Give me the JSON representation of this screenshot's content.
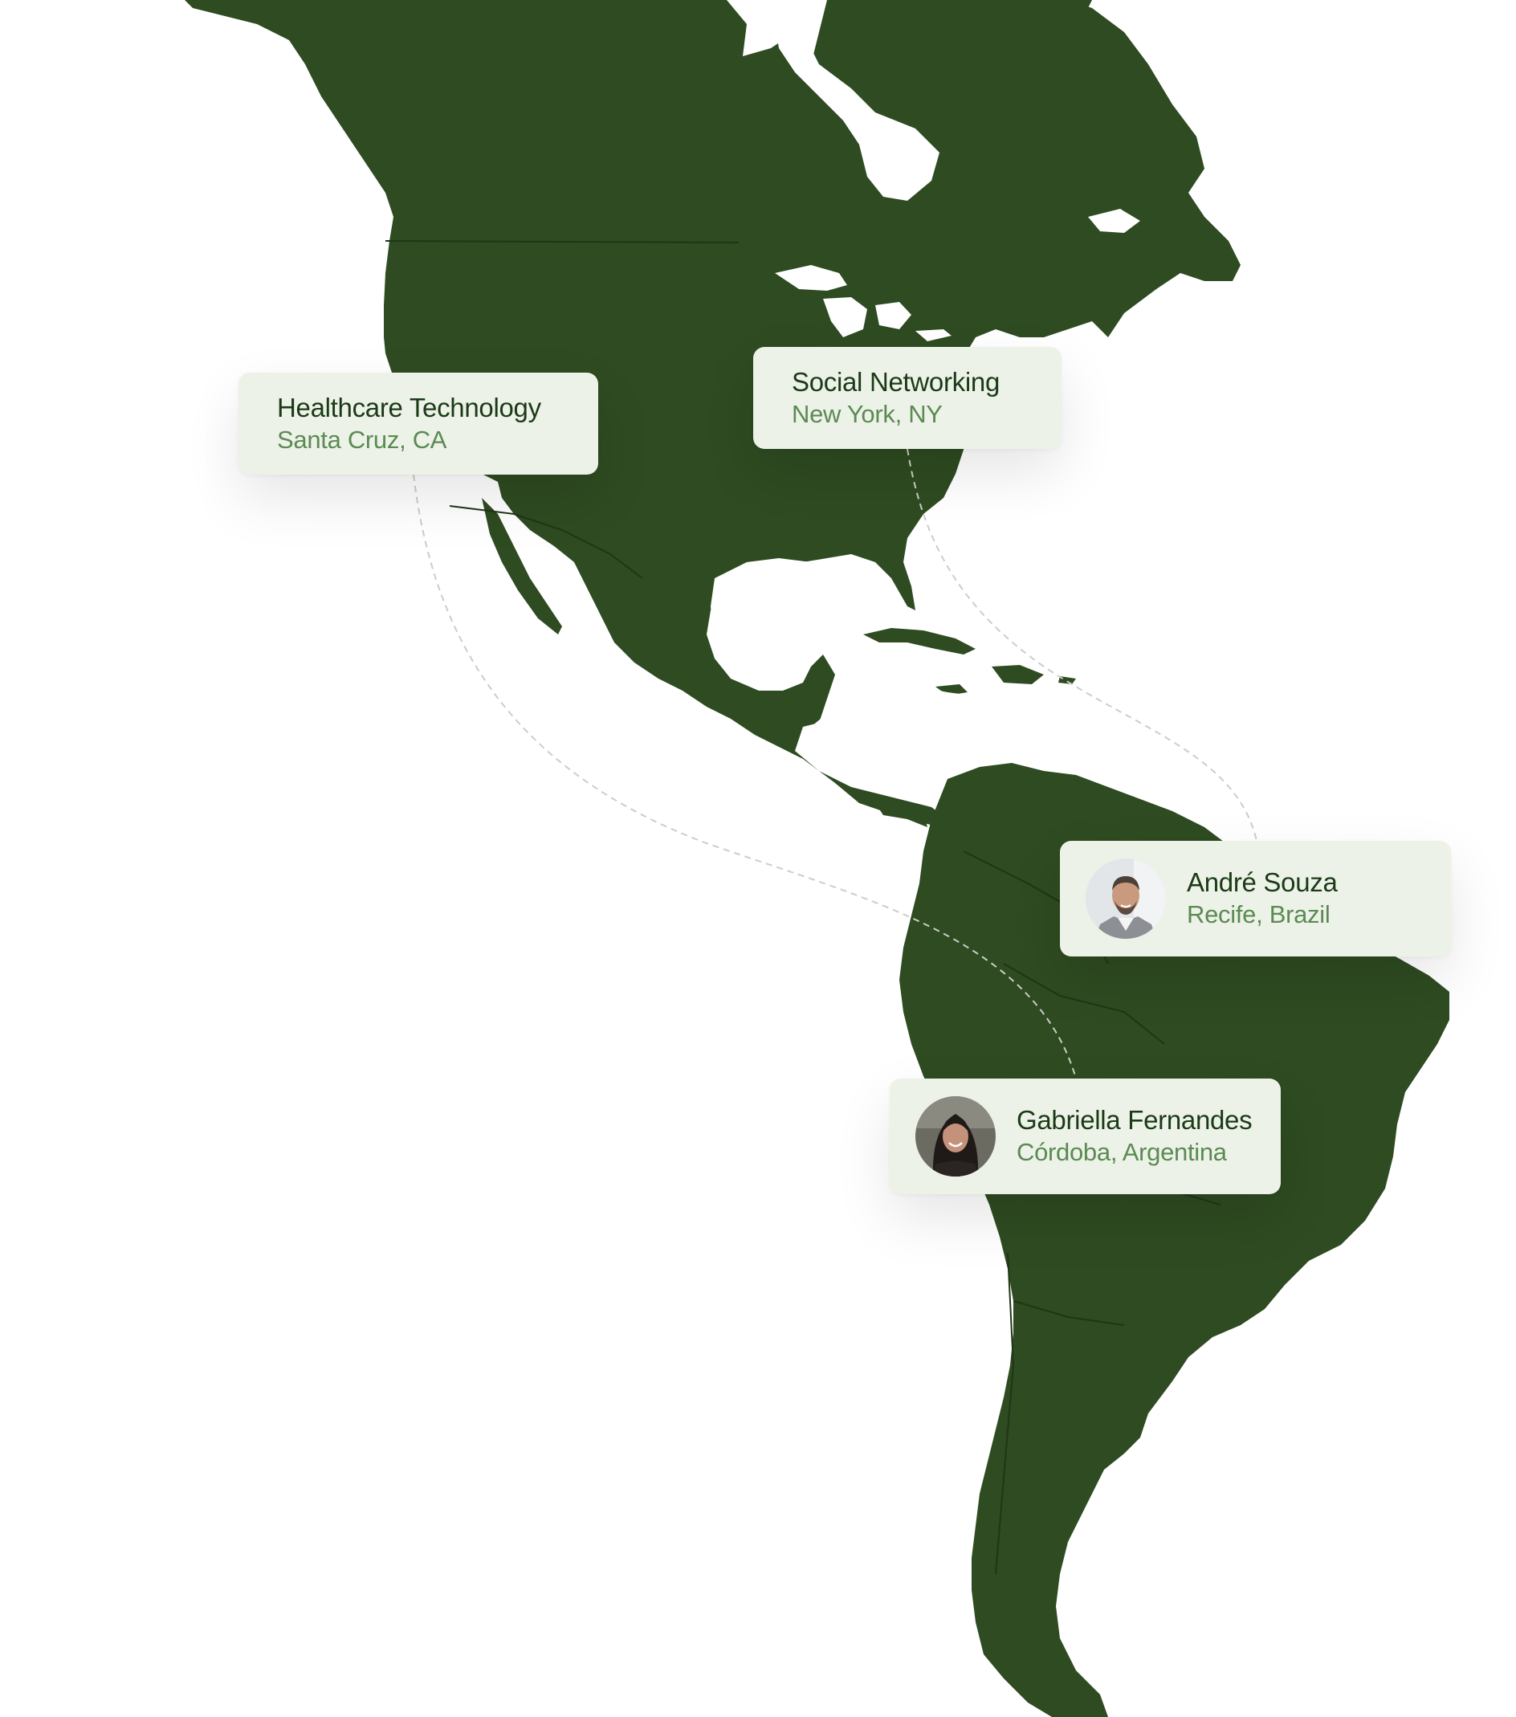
{
  "colors": {
    "land": "#2e4b21",
    "border_lines": "#1f3617",
    "card_bg": "#edf2e8",
    "title_text": "#1b3a16",
    "subtitle_text": "#5b8a52",
    "route_line": "#c9cfc6"
  },
  "cards": [
    {
      "id": "healthcare",
      "title": "Healthcare Technology",
      "subtitle": "Santa Cruz, CA",
      "has_avatar": false
    },
    {
      "id": "social",
      "title": "Social Networking",
      "subtitle": "New York, NY",
      "has_avatar": false
    },
    {
      "id": "andre",
      "title": "André Souza",
      "subtitle": "Recife, Brazil",
      "has_avatar": true,
      "avatar": "man-portrait"
    },
    {
      "id": "gabriella",
      "title": "Gabriella Fernandes",
      "subtitle": "Córdoba, Argentina",
      "has_avatar": true,
      "avatar": "woman-portrait"
    }
  ]
}
